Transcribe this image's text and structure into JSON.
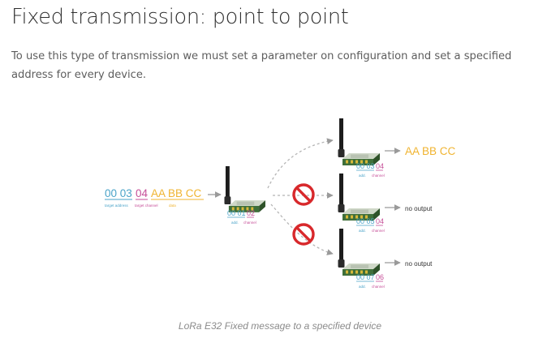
{
  "page": {
    "title": "Fixed transmission: point to point",
    "description": "To use this type of transmission we must set a parameter on configuration and set a specified address for every device.",
    "caption": "LoRa E32 Fixed message to a specified device"
  },
  "diagram": {
    "message": {
      "address": "00 03",
      "channel": "04",
      "payload": "AA BB CC",
      "address_caption": "target address",
      "channel_caption": "target channel",
      "payload_caption": "data"
    },
    "sender": {
      "address": "00 01",
      "channel": "02",
      "address_caption": "add.",
      "channel_caption": "channel"
    },
    "receivers": [
      {
        "address": "00 03",
        "channel": "04",
        "address_caption": "add.",
        "channel_caption": "channel",
        "output": "AA BB CC",
        "blocked": false
      },
      {
        "address": "00 05",
        "channel": "04",
        "address_caption": "add.",
        "channel_caption": "channel",
        "output": "no output",
        "blocked": true
      },
      {
        "address": "00 07",
        "channel": "06",
        "address_caption": "add.",
        "channel_caption": "channel",
        "output": "no output",
        "blocked": true
      }
    ],
    "colors": {
      "address": "#4aa3c8",
      "channel": "#c64e98",
      "payload": "#f0b431",
      "arrow": "#9a9a9a",
      "dashed_path": "#b5b5b5",
      "blocked": "#d8282b",
      "module_board": "#3f6f3a",
      "antenna": "#1c1c1c"
    },
    "icons": {
      "module": "lora-module-icon",
      "blocked": "no-entry-icon"
    }
  }
}
